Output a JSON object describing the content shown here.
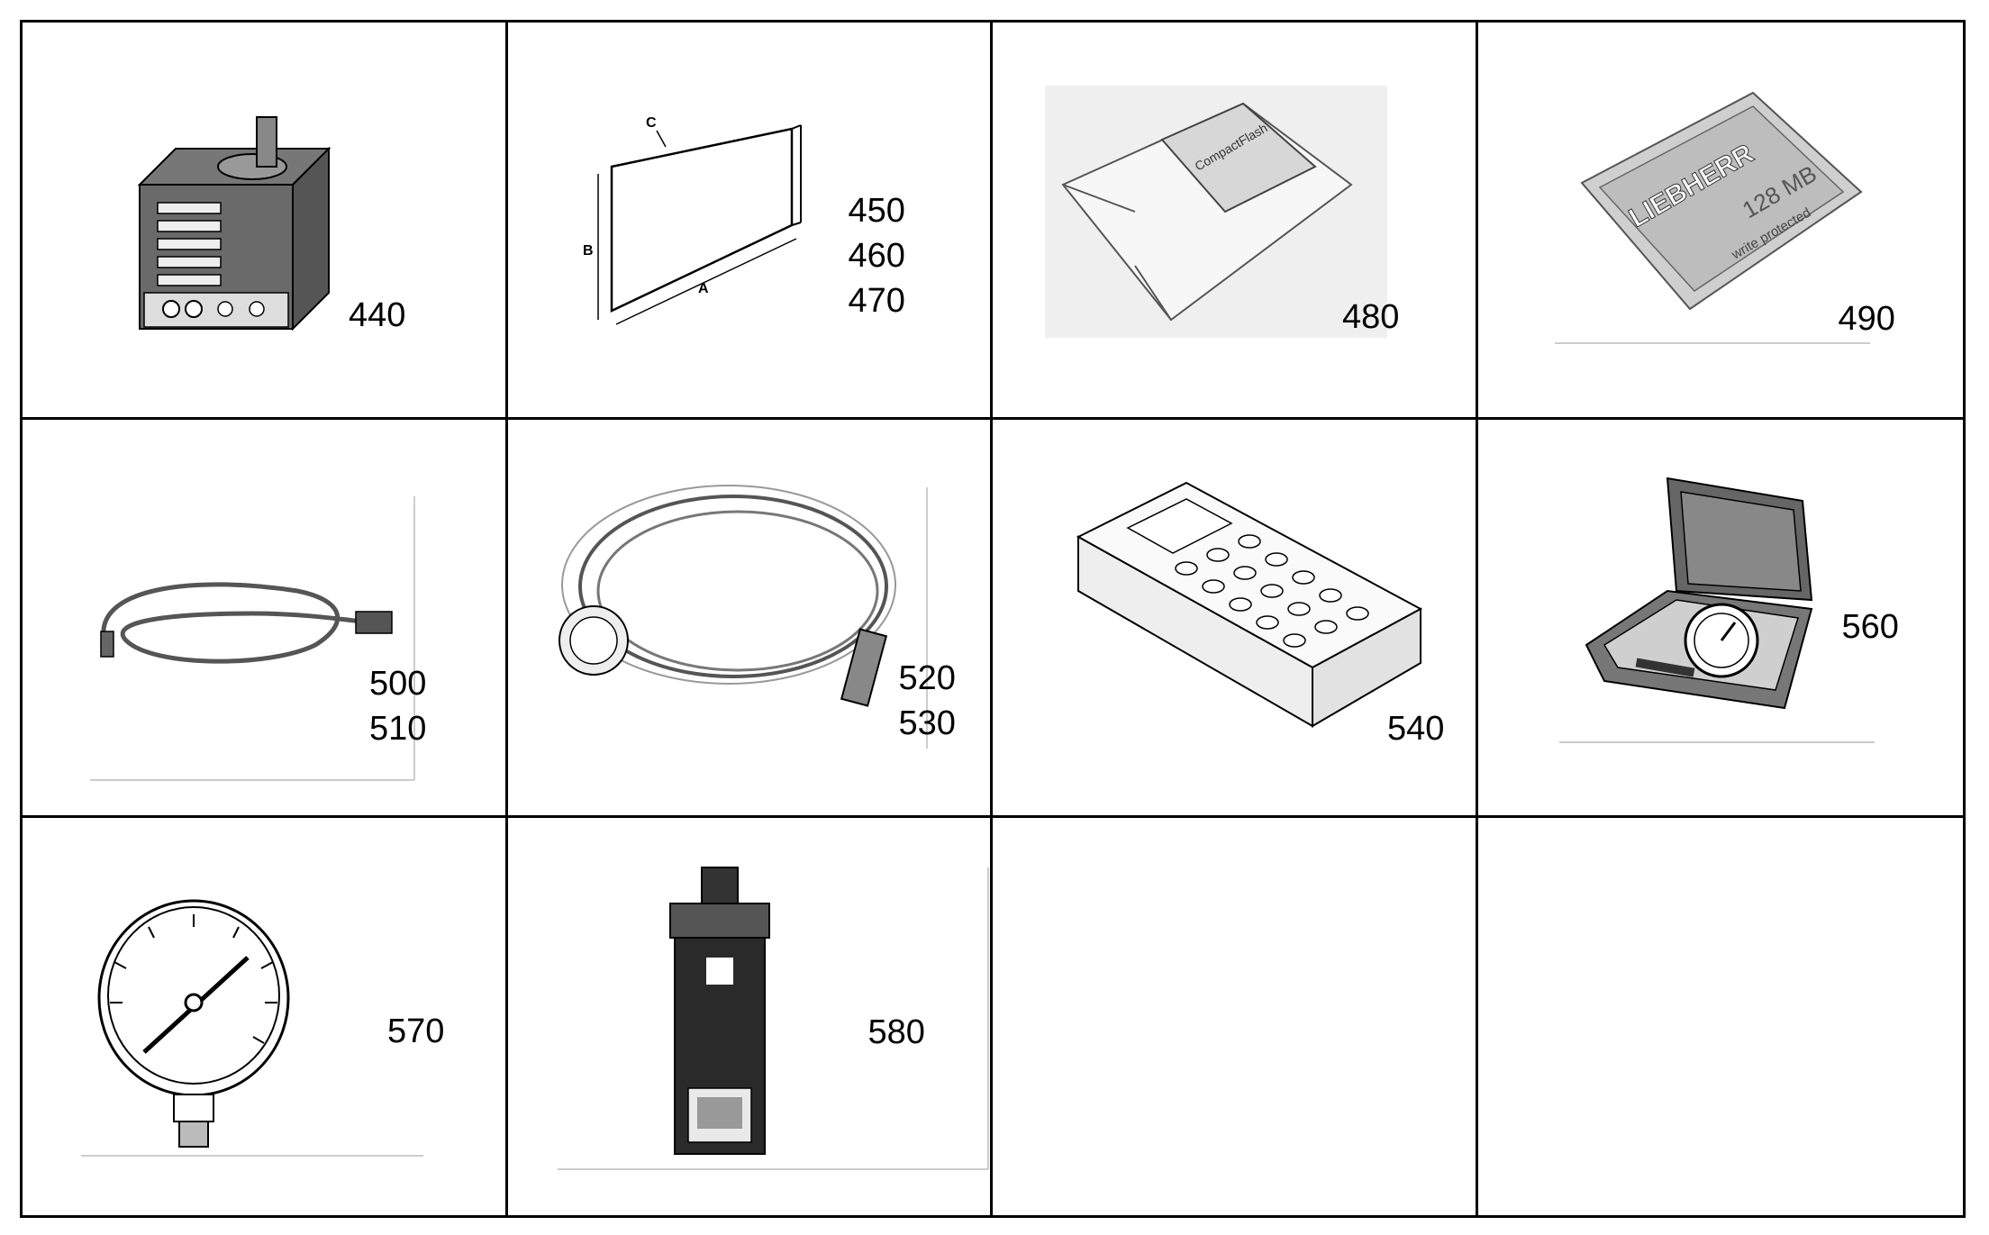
{
  "parts": [
    {
      "id": "power-supply",
      "numbers": [
        "440"
      ]
    },
    {
      "id": "panel",
      "numbers": [
        "450",
        "460",
        "470"
      ],
      "dim_labels": [
        "A",
        "B",
        "C"
      ]
    },
    {
      "id": "card-adapter",
      "numbers": [
        "480"
      ],
      "card_text": "CompactFlash"
    },
    {
      "id": "memory-card",
      "numbers": [
        "490"
      ],
      "card_brand": "LIEBHERR",
      "card_size": "128 MB",
      "card_sub": "write protected"
    },
    {
      "id": "cable-short",
      "numbers": [
        "500",
        "510"
      ]
    },
    {
      "id": "cable-long",
      "numbers": [
        "520",
        "530"
      ]
    },
    {
      "id": "handheld-terminal",
      "numbers": [
        "540"
      ]
    },
    {
      "id": "gauge-case",
      "numbers": [
        "560"
      ]
    },
    {
      "id": "pressure-gauge",
      "numbers": [
        "570"
      ]
    },
    {
      "id": "meter",
      "numbers": [
        "580"
      ]
    },
    {
      "id": "empty-1",
      "numbers": []
    },
    {
      "id": "empty-2",
      "numbers": []
    }
  ],
  "colors": {
    "line": "#000000",
    "dark": "#3a3a3a",
    "mid": "#7a7a7a",
    "light": "#d9d9d9",
    "cable": "#555555"
  }
}
